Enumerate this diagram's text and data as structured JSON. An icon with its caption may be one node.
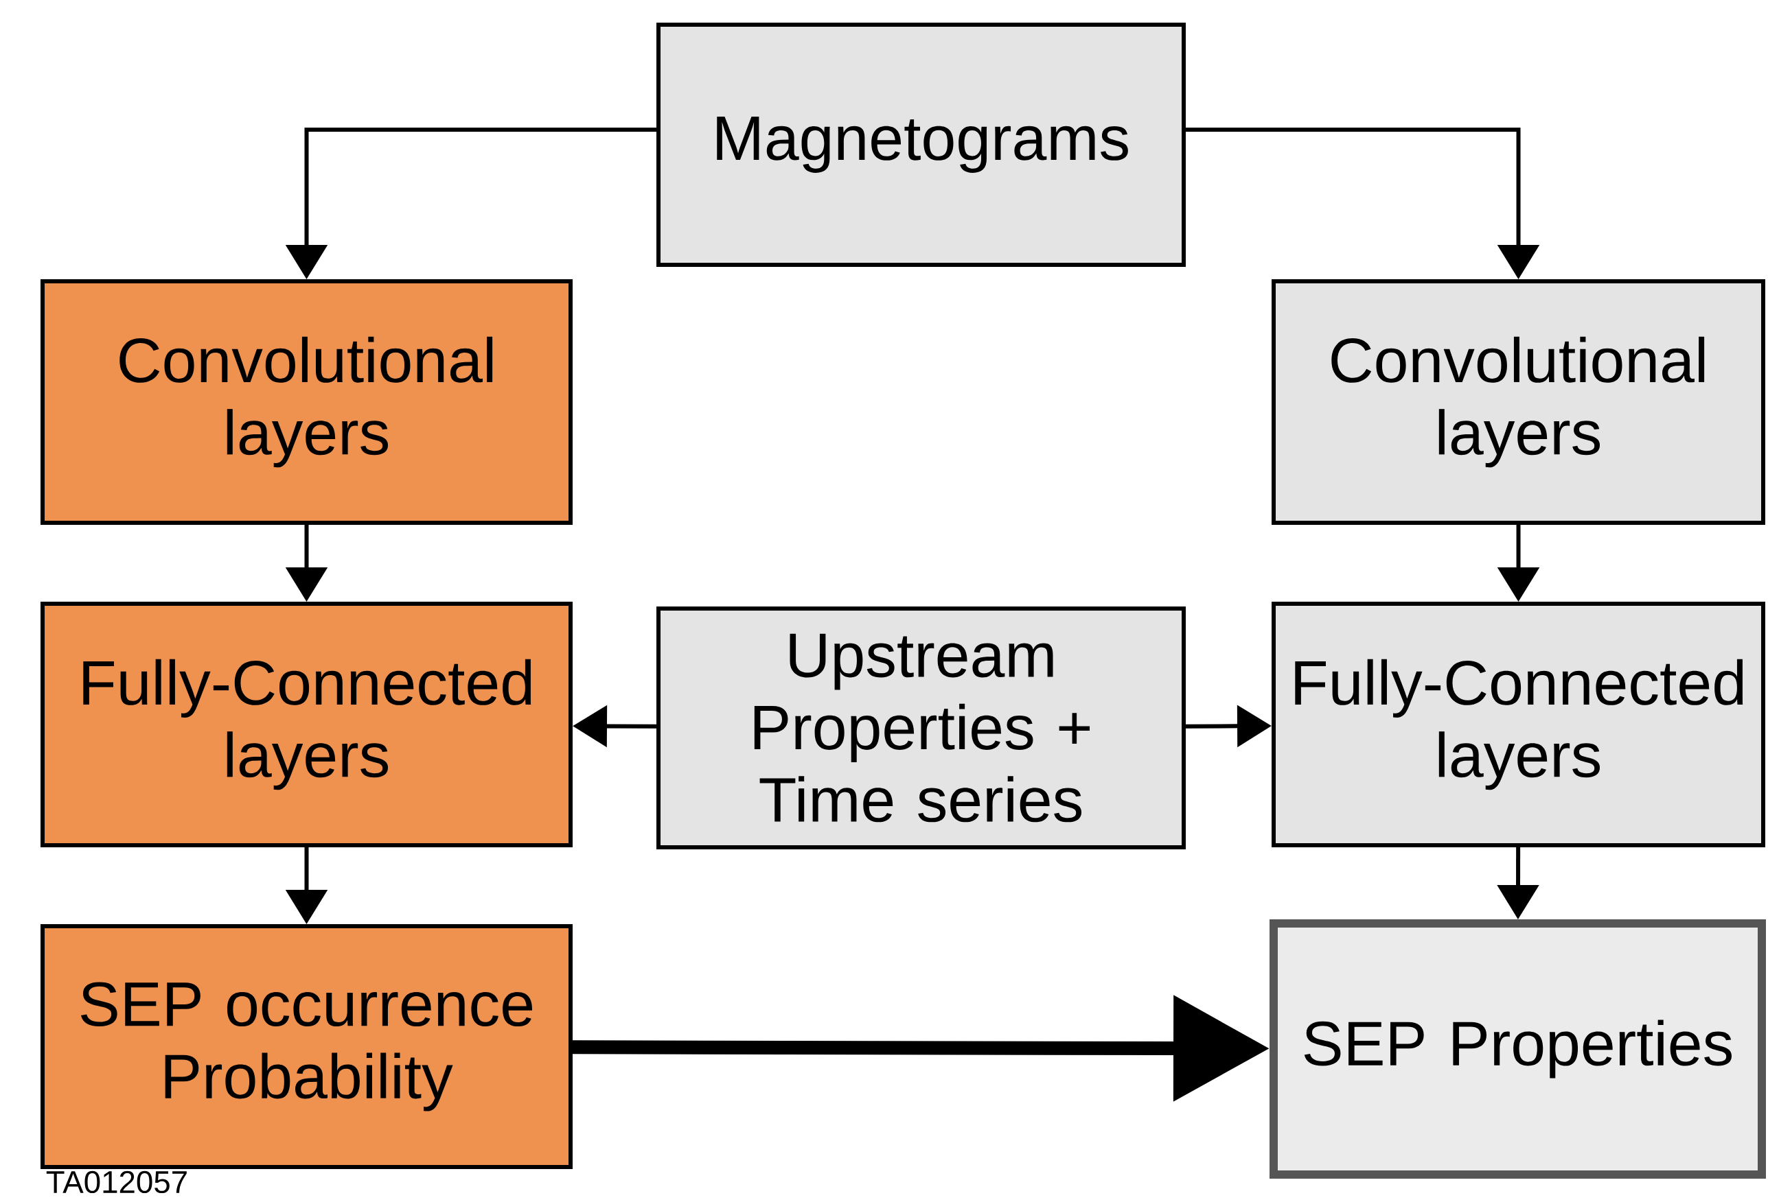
{
  "diagram": {
    "nodes": [
      {
        "text": [
          "Magnetograms"
        ]
      },
      {
        "text": [
          "Convolutional layers"
        ]
      },
      {
        "text": [
          "Convolutional layers"
        ]
      },
      {
        "text": [
          "Fully-Connected layers"
        ]
      },
      {
        "text": [
          "Upstream Properties + Time series"
        ]
      },
      {
        "text": [
          "Fully-Connected layers"
        ]
      },
      {
        "text": [
          "SEP occurrence Probability"
        ]
      },
      {
        "text": [
          "SEP Properties"
        ]
      }
    ],
    "edges": [
      {
        "from": 0,
        "to": 1,
        "arrow": "to"
      },
      {
        "from": 0,
        "to": 2,
        "arrow": "to"
      },
      {
        "from": 1,
        "to": 3,
        "arrow": "to"
      },
      {
        "from": 2,
        "to": 5,
        "arrow": "to"
      },
      {
        "from": 4,
        "to": 3,
        "arrow": "to"
      },
      {
        "from": 4,
        "to": 5,
        "arrow": "to"
      },
      {
        "from": 3,
        "to": 6,
        "arrow": "to"
      },
      {
        "from": 5,
        "to": 7,
        "arrow": "to"
      },
      {
        "from": 6,
        "to": 7,
        "arrow": "to",
        "style": "thick"
      }
    ],
    "labels": [
      "TA012057"
    ]
  }
}
